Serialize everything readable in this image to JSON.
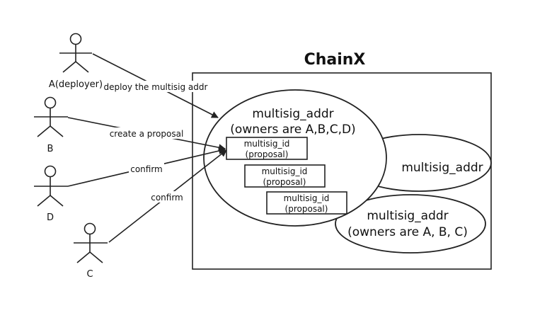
{
  "system": {
    "title": "ChainX"
  },
  "actors": {
    "a": {
      "label": "A(deployer)"
    },
    "b": {
      "label": "B"
    },
    "d": {
      "label": "D"
    },
    "c": {
      "label": "C"
    }
  },
  "arrows": {
    "deploy": "deploy the multisig addr",
    "propose": "create a proposal",
    "confirm_d": "confirm",
    "confirm_c": "confirm"
  },
  "main_multisig": {
    "line1": "multisig_addr",
    "line2": "(owners are A,B,C,D)",
    "proposals": [
      {
        "id": "multisig_id",
        "kind": "(proposal)"
      },
      {
        "id": "multisig_id",
        "kind": "(proposal)"
      },
      {
        "id": "multisig_id",
        "kind": "(proposal)"
      }
    ]
  },
  "second_multisig": {
    "label": "multisig_addr"
  },
  "third_multisig": {
    "line1": "multisig_addr",
    "line2": "(owners are A, B, C)"
  }
}
